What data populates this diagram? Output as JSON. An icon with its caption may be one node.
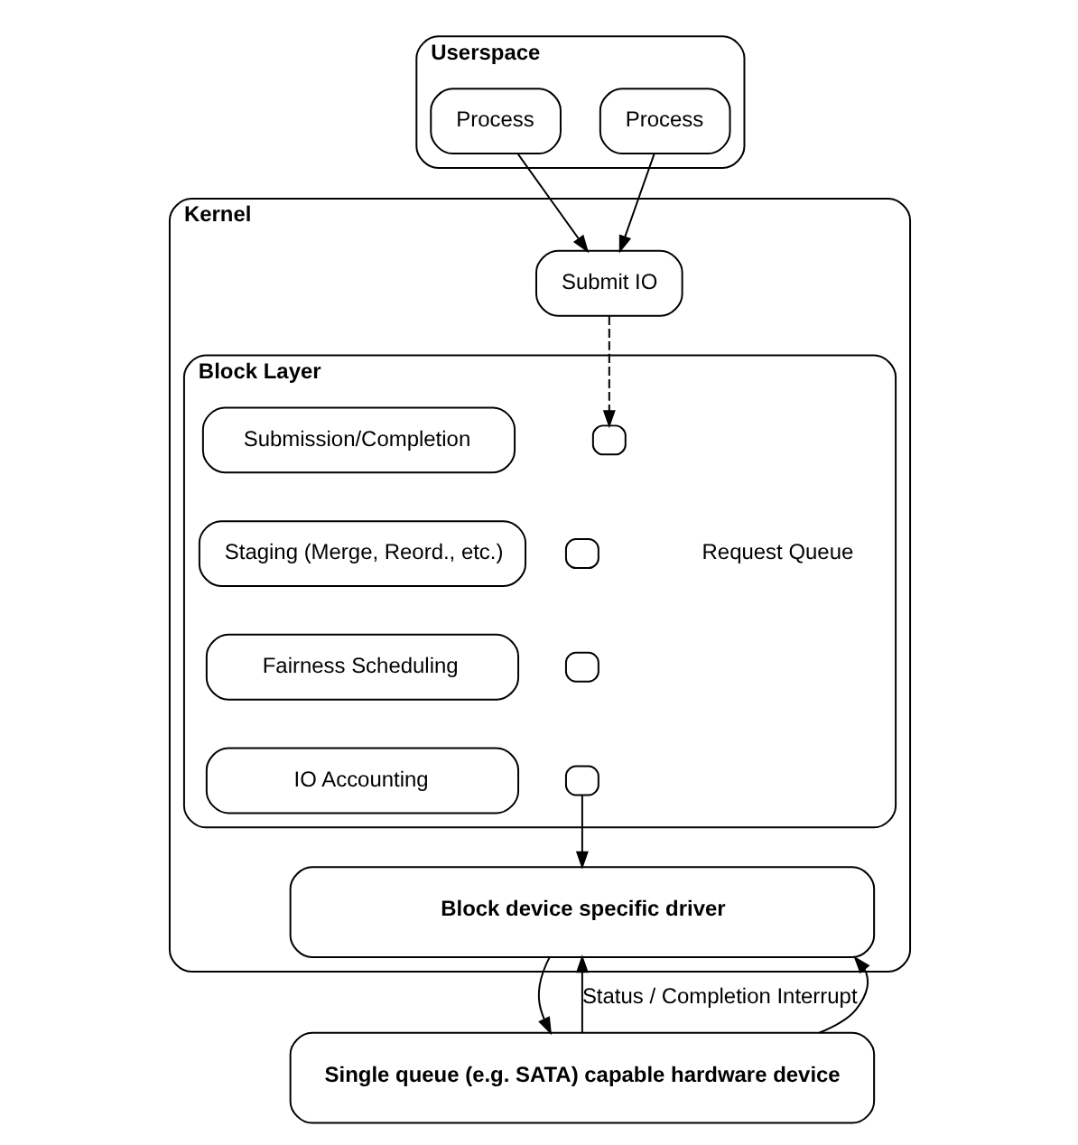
{
  "diagram": {
    "nodes": [
      {
        "text": [
          "Userspace"
        ]
      },
      {
        "text": [
          "Process"
        ],
        "in": 0
      },
      {
        "text": [
          "Process"
        ],
        "in": 0
      },
      {
        "text": [
          "Kernel"
        ]
      },
      {
        "text": [
          "Submit IO"
        ],
        "in": 3
      },
      {
        "text": [
          "Block Layer"
        ],
        "in": 3
      },
      {
        "text": [
          "Submission/Completion"
        ],
        "in": 5
      },
      {
        "text": [
          "Staging (Merge, Reord., etc.)"
        ],
        "in": 5
      },
      {
        "text": [
          "Fairness Scheduling"
        ],
        "in": 5
      },
      {
        "text": [
          "IO Accounting"
        ],
        "in": 5
      },
      {
        "text": [],
        "shape": "box",
        "in": 5
      },
      {
        "text": [],
        "shape": "box",
        "in": 5
      },
      {
        "text": [],
        "shape": "box",
        "in": 5
      },
      {
        "text": [],
        "shape": "box",
        "in": 5
      },
      {
        "text": [
          "Block device specific driver"
        ],
        "in": 3
      },
      {
        "text": [
          "Single queue (e.g. SATA) capable hardware device"
        ]
      }
    ],
    "edges": [
      {
        "from": 1,
        "to": 4,
        "arrow": "to"
      },
      {
        "from": 2,
        "to": 4,
        "arrow": "to"
      },
      {
        "from": 4,
        "to": 10,
        "arrow": "to",
        "style": "dashed"
      },
      {
        "from": 13,
        "to": 14,
        "arrow": "to"
      },
      {
        "from": 14,
        "to": 15,
        "arrow": "to"
      },
      {
        "from": 15,
        "to": 14,
        "arrow": "to",
        "label": "Status / Completion Interrupt"
      },
      {
        "from": 15,
        "to": 14,
        "arrow": "to"
      }
    ],
    "labels": [
      "Request Queue"
    ]
  }
}
